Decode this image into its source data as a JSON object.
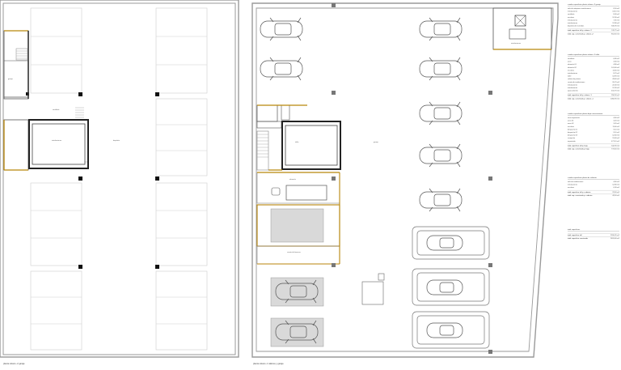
{
  "plans": {
    "left": {
      "caption": "planta sótano -2 garaje",
      "rooms": [
        {
          "name": "garaje",
          "area": ""
        },
        {
          "name": "vestíbulo",
          "area": ""
        },
        {
          "name": "instalaciones",
          "area": ""
        },
        {
          "name": "depósito",
          "area": ""
        }
      ]
    },
    "right": {
      "caption": "planta sótano -1 talleres y garaje",
      "rooms": [
        {
          "name": "taller",
          "area": ""
        },
        {
          "name": "garaje",
          "area": ""
        },
        {
          "name": "almacén",
          "area": ""
        },
        {
          "name": "instalaciones",
          "area": ""
        },
        {
          "name": "cuarto de basuras",
          "area": ""
        }
      ]
    }
  },
  "tables": [
    {
      "title": "cuadro superficies planta sótano -2 garaje",
      "rows": [
        [
          "sala de máquinas instalaciones",
          "8,50 m2"
        ],
        [
          "instalaciones",
          "13,10 m2"
        ],
        [
          "vestíbulo",
          "8,40 m2"
        ],
        [
          "escalera",
          "12,30 m2"
        ],
        [
          "instalaciones",
          "7,45 m2"
        ],
        [
          "instalaciones",
          "12,80 m2"
        ],
        [
          "depósito de incendios",
          "345,90 m2"
        ]
      ],
      "totals": [
        [
          "total superficie útil p. sótano -2",
          "742,75 m2"
        ],
        [
          "total sup. construida p. sótano -2",
          "814,50 m2"
        ]
      ]
    },
    {
      "title": "cuadro superficies planta sótano -1 taller",
      "rows": [
        [
          "vestíbulo",
          "6,80 m2"
        ],
        [
          "aseo",
          "3,30 m2"
        ],
        [
          "almacén 01",
          "4,80 m2"
        ],
        [
          "almacén 02",
          "101,60 m2"
        ],
        [
          "escalera",
          "11,60 m2"
        ],
        [
          "instalaciones",
          "8,70 m2"
        ],
        [
          "taller",
          "14,90 m2"
        ],
        [
          "cabina de pintura",
          "43,60 m2"
        ],
        [
          "cuarto de instalaciones",
          "20,70 m2"
        ],
        [
          "instalaciones",
          "22,40 m2"
        ],
        [
          "instalaciones",
          "12,30 m2"
        ],
        [
          "aparcamiento",
          "410,70 m2"
        ]
      ],
      "totals": [
        [
          "total superficie útil p. sótano -1",
          "956,90 m2"
        ],
        [
          "total sup. construida p. sótano -1",
          "1060,90 m2"
        ]
      ]
    },
    {
      "title": "cuadro superficies planta baja concesionario",
      "rows": [
        [
          "zona exposición",
          "4,60 m2"
        ],
        [
          "aseo 01",
          "3,20 m2"
        ],
        [
          "aseo 02",
          "3,20 m2"
        ],
        [
          "escalera",
          "11,60 m2"
        ],
        [
          "despacho 01",
          "9,10 m2"
        ],
        [
          "despacho 02",
          "9,10 m2"
        ],
        [
          "despacho 03",
          "12,60 m2"
        ],
        [
          "recepción",
          "13,40 m2"
        ],
        [
          "exposición",
          "471,10 m2"
        ]
      ],
      "totals": [
        [
          "total superficie útil p. baja",
          "542,90 m2"
        ],
        [
          "total sup. construida p. baja",
          "774,50 m2"
        ]
      ]
    },
    {
      "title": "cuadro superficies planta de cubierta",
      "rows": [
        [
          "sala de instalaciones",
          "4,60 m2"
        ],
        [
          "instalaciones",
          "12,80 m2"
        ],
        [
          "escalera",
          "6,30 m2"
        ]
      ],
      "totals": [
        [
          "total superficie útil p. cubierta",
          "23,90 m2"
        ],
        [
          "total sup. construida p. cubierta",
          "43,50 m2"
        ]
      ]
    },
    {
      "title": "total superficies",
      "rows": [],
      "totals": [
        [
          "total superficie útil",
          "2266,45 m2"
        ],
        [
          "total superficie construida",
          "2693,40 m2"
        ]
      ]
    }
  ]
}
